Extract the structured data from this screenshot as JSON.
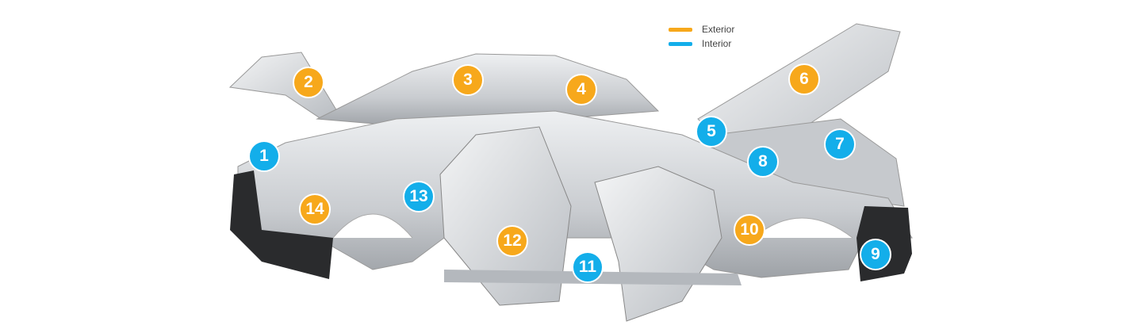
{
  "legend": {
    "items": [
      {
        "label": "Exterior",
        "color": "#F7A81B"
      },
      {
        "label": "Interior",
        "color": "#13AEEA"
      }
    ]
  },
  "markers": [
    {
      "number": "1",
      "category": "Interior"
    },
    {
      "number": "2",
      "category": "Exterior"
    },
    {
      "number": "3",
      "category": "Exterior"
    },
    {
      "number": "4",
      "category": "Exterior"
    },
    {
      "number": "5",
      "category": "Interior"
    },
    {
      "number": "6",
      "category": "Exterior"
    },
    {
      "number": "7",
      "category": "Interior"
    },
    {
      "number": "8",
      "category": "Interior"
    },
    {
      "number": "9",
      "category": "Interior"
    },
    {
      "number": "10",
      "category": "Exterior"
    },
    {
      "number": "11",
      "category": "Interior"
    },
    {
      "number": "12",
      "category": "Exterior"
    },
    {
      "number": "13",
      "category": "Interior"
    },
    {
      "number": "14",
      "category": "Exterior"
    }
  ]
}
